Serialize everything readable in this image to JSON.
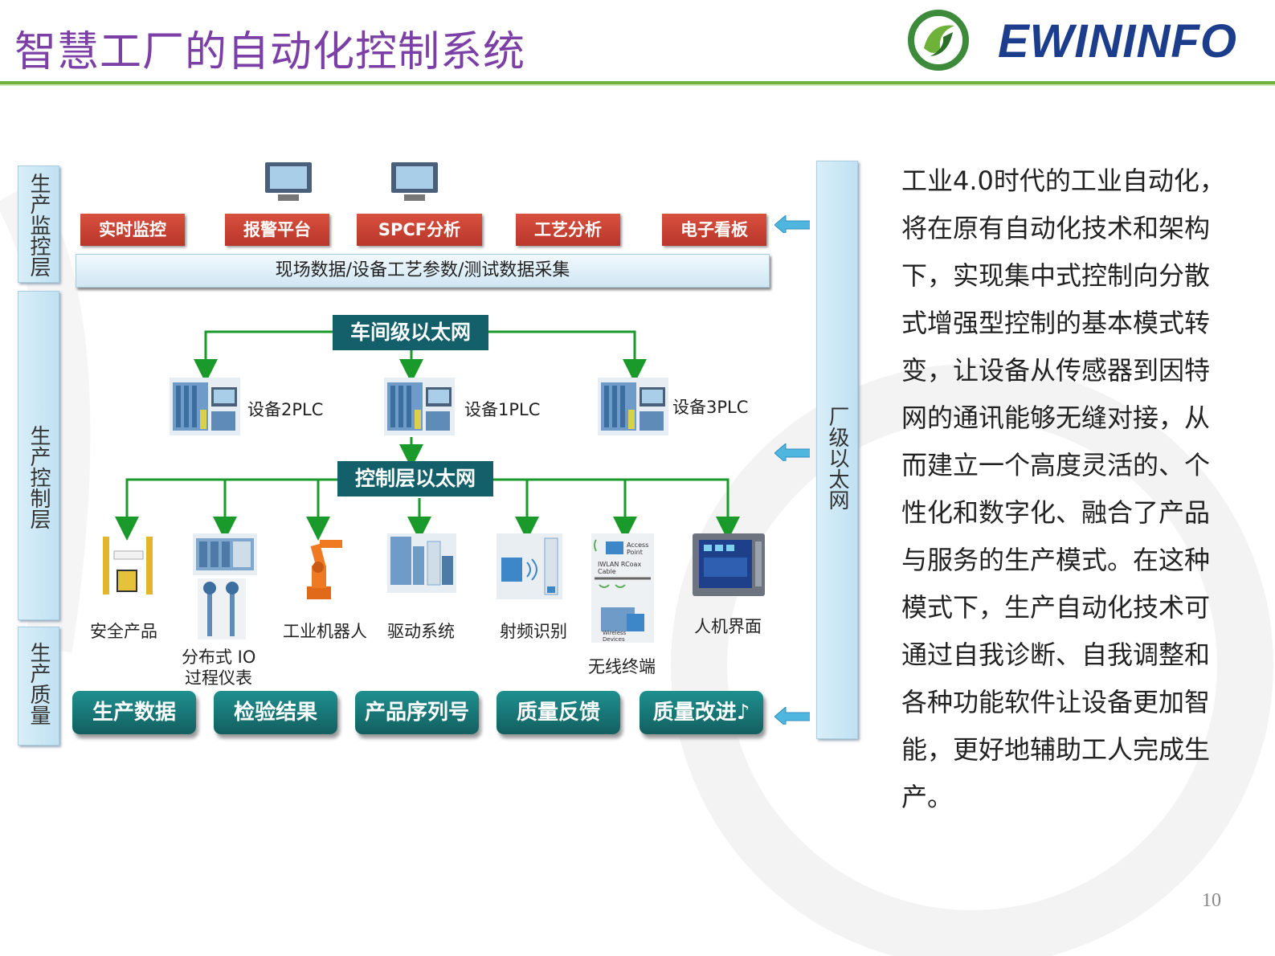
{
  "header": {
    "title": "智慧工厂的自动化控制系统",
    "logo_text": "EWININFO"
  },
  "layers": {
    "monitor": "生产监控层",
    "control": "生产控制层",
    "quality": "生产质量",
    "factory_ethernet": "厂级以太网"
  },
  "monitor_buttons": [
    "实时监控",
    "报警平台",
    "SPCF分析",
    "工艺分析",
    "电子看板"
  ],
  "data_bar": "现场数据/设备工艺参数/测试数据采集",
  "workshop_ethernet": "车间级以太网",
  "plcs": [
    "设备2PLC",
    "设备1PLC",
    "设备3PLC"
  ],
  "control_ethernet": "控制层以太网",
  "devices": {
    "safety": "安全产品",
    "distributed_io_line1": "分布式 IO",
    "distributed_io_line2": "过程仪表",
    "robot": "工业机器人",
    "drive": "驱动系统",
    "rfid": "射频识别",
    "wireless": "无线终端",
    "hmi": "人机界面",
    "wireless_ap": "Access Point",
    "wireless_cable": "IWLAN RCoax Cable",
    "wireless_devices": "Wireless Devices"
  },
  "quality_buttons": [
    "生产数据",
    "检验结果",
    "产品序列号",
    "质量反馈",
    "质量改进♪"
  ],
  "paragraph": "工业4.0时代的工业自动化，将在原有自动化技术和架构下，实现集中式控制向分散式增强型控制的基本模式转变，让设备从传感器到因特网的通讯能够无缝对接，从而建立一个高度灵活的、个性化和数字化、融合了产品与服务的生产模式。在这种模式下，生产自动化技术可通过自我诊断、自我调整和各种功能软件让设备更加智能，更好地辅助工人完成生产。",
  "page_number": "10",
  "colors": {
    "title": "#7b3fa6",
    "header_line": "#6fb23a",
    "red_button": "#c6402f",
    "teal": "#13606b",
    "arrow_green": "#1a9a2a",
    "arrow_blue": "#4fb6df"
  }
}
